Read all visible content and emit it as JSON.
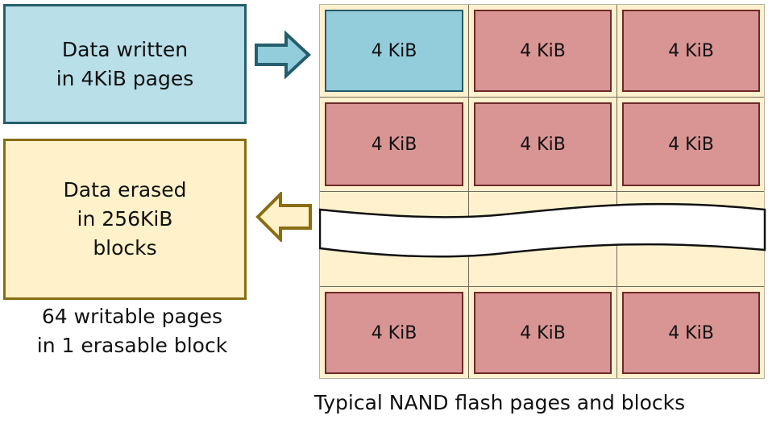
{
  "write_box": {
    "text": "Data written\nin 4KiB pages",
    "fill": "#b9dfe9",
    "border": "#255e6c"
  },
  "erase_box": {
    "text": "Data erased\nin 256KiB\nblocks",
    "fill": "#fff1c9",
    "border": "#8a6d12"
  },
  "block_caption": "64 writable pages\nin 1 erasable block",
  "figure_caption": "Typical NAND flash pages and blocks",
  "arrows": [
    {
      "name": "write-arrow-icon",
      "direction": "right",
      "fill": "#93cddb",
      "stroke": "#255e6c"
    },
    {
      "name": "erase-arrow-icon",
      "direction": "left",
      "fill": "#fff1c9",
      "stroke": "#8a6d12"
    }
  ],
  "grid": {
    "rows": [
      [
        {
          "label": "4 KiB",
          "state": "written"
        },
        {
          "label": "4 KiB",
          "state": "page"
        },
        {
          "label": "4 KiB",
          "state": "page"
        }
      ],
      [
        {
          "label": "4 KiB",
          "state": "page"
        },
        {
          "label": "4 KiB",
          "state": "page"
        },
        {
          "label": "4 KiB",
          "state": "page"
        }
      ],
      "break",
      [
        {
          "label": "4 KiB",
          "state": "page"
        },
        {
          "label": "4 KiB",
          "state": "page"
        },
        {
          "label": "4 KiB",
          "state": "page"
        }
      ]
    ],
    "colors": {
      "written": "#93cddb",
      "page": "#d99594",
      "background": "#fff1ce"
    }
  }
}
